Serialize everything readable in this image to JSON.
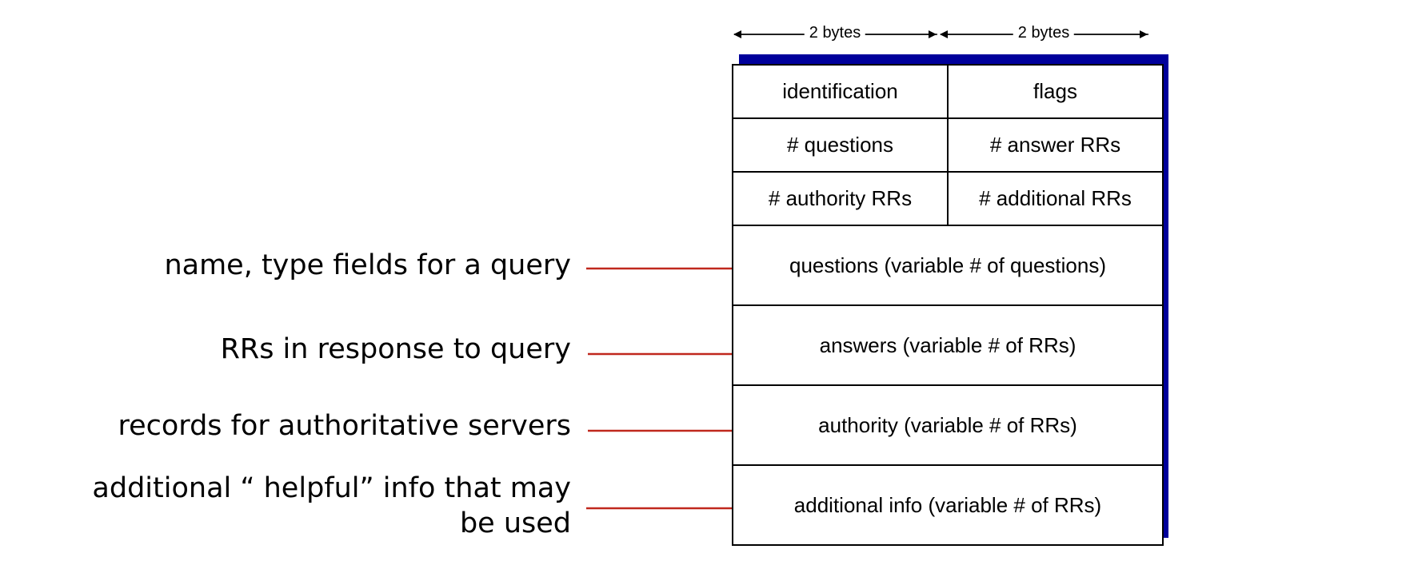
{
  "header": {
    "left_width": "2 bytes",
    "right_width": "2 bytes"
  },
  "message": {
    "rows": [
      {
        "cells": [
          "identification",
          "flags"
        ]
      },
      {
        "cells": [
          "# questions",
          "# answer RRs"
        ]
      },
      {
        "cells": [
          "# authority RRs",
          "# additional RRs"
        ]
      }
    ],
    "sections": [
      "questions (variable # of questions)",
      "answers (variable # of RRs)",
      "authority (variable # of RRs)",
      "additional info (variable # of RRs)"
    ]
  },
  "annotations": [
    {
      "lines": [
        "name, type fields for a query"
      ]
    },
    {
      "lines": [
        "RRs in response to query"
      ]
    },
    {
      "lines": [
        "records for authoritative servers"
      ]
    },
    {
      "lines": [
        "additional “ helpful” info that may",
        "be used"
      ]
    }
  ],
  "colors": {
    "shadow": "#00009b",
    "connector": "#c0281d"
  }
}
